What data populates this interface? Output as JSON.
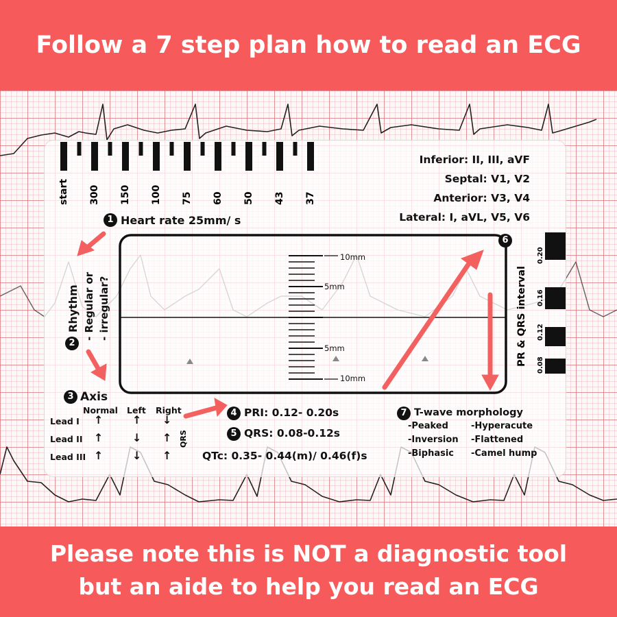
{
  "header": {
    "title": "Follow a 7 step plan how to read an ECG"
  },
  "footer": {
    "line1": "Please note this is NOT a diagnostic tool",
    "line2": "but an aide to help you read an ECG"
  },
  "card": {
    "rate_scale": [
      "start",
      "300",
      "150",
      "100",
      "75",
      "60",
      "50",
      "43",
      "37"
    ],
    "leads": {
      "inferior": "Inferior: II, III, aVF",
      "septal": "Septal: V1, V2",
      "anterior": "Anterior: V3, V4",
      "lateral": "Lateral: I, aVL, V5, V6"
    },
    "steps": {
      "s1": {
        "number": "1",
        "label": "Heart rate 25mm/ s"
      },
      "s2": {
        "number": "2",
        "title": "Rhythm",
        "line1": "- Regular or",
        "line2": "- irregular?"
      },
      "s3": {
        "number": "3",
        "label": "Axis"
      },
      "s4": {
        "number": "4",
        "label": "PRI: 0.12- 0.20s"
      },
      "s5": {
        "number": "5",
        "label": "QRS: 0.08-0.12s"
      },
      "s6": {
        "number": "6"
      },
      "s7": {
        "number": "7",
        "label": "T-wave morphology"
      }
    },
    "axis_table": {
      "columns": [
        "Normal",
        "Left",
        "Right"
      ],
      "rows": [
        {
          "lead": "Lead I",
          "normal": "↑",
          "left": "↑",
          "right": "↓"
        },
        {
          "lead": "Lead II",
          "normal": "↑",
          "left": "↓",
          "right": "↑"
        },
        {
          "lead": "Lead III",
          "normal": "↑",
          "left": "↓",
          "right": "↑"
        }
      ]
    },
    "qrs_side_label": "QRS",
    "qtc": "QTc: 0.35- 0.44(m)/ 0.46(f)s",
    "t_wave_items": [
      "-Peaked",
      "-Hyperacute",
      "-Inversion",
      "-Flattened",
      "-Biphasic",
      "-Camel hump"
    ],
    "ruler_labels": {
      "top": "10mm",
      "upper": "5mm",
      "lower": "5mm",
      "bottom": "10mm"
    },
    "interval_scale": {
      "title": "PR & QRS interval",
      "ticks": [
        "0.20",
        "0.16",
        "0.12",
        "0.08"
      ]
    }
  },
  "colors": {
    "banner": "#f65a5a",
    "arrow": "#f2615f",
    "card_text": "#111111"
  }
}
